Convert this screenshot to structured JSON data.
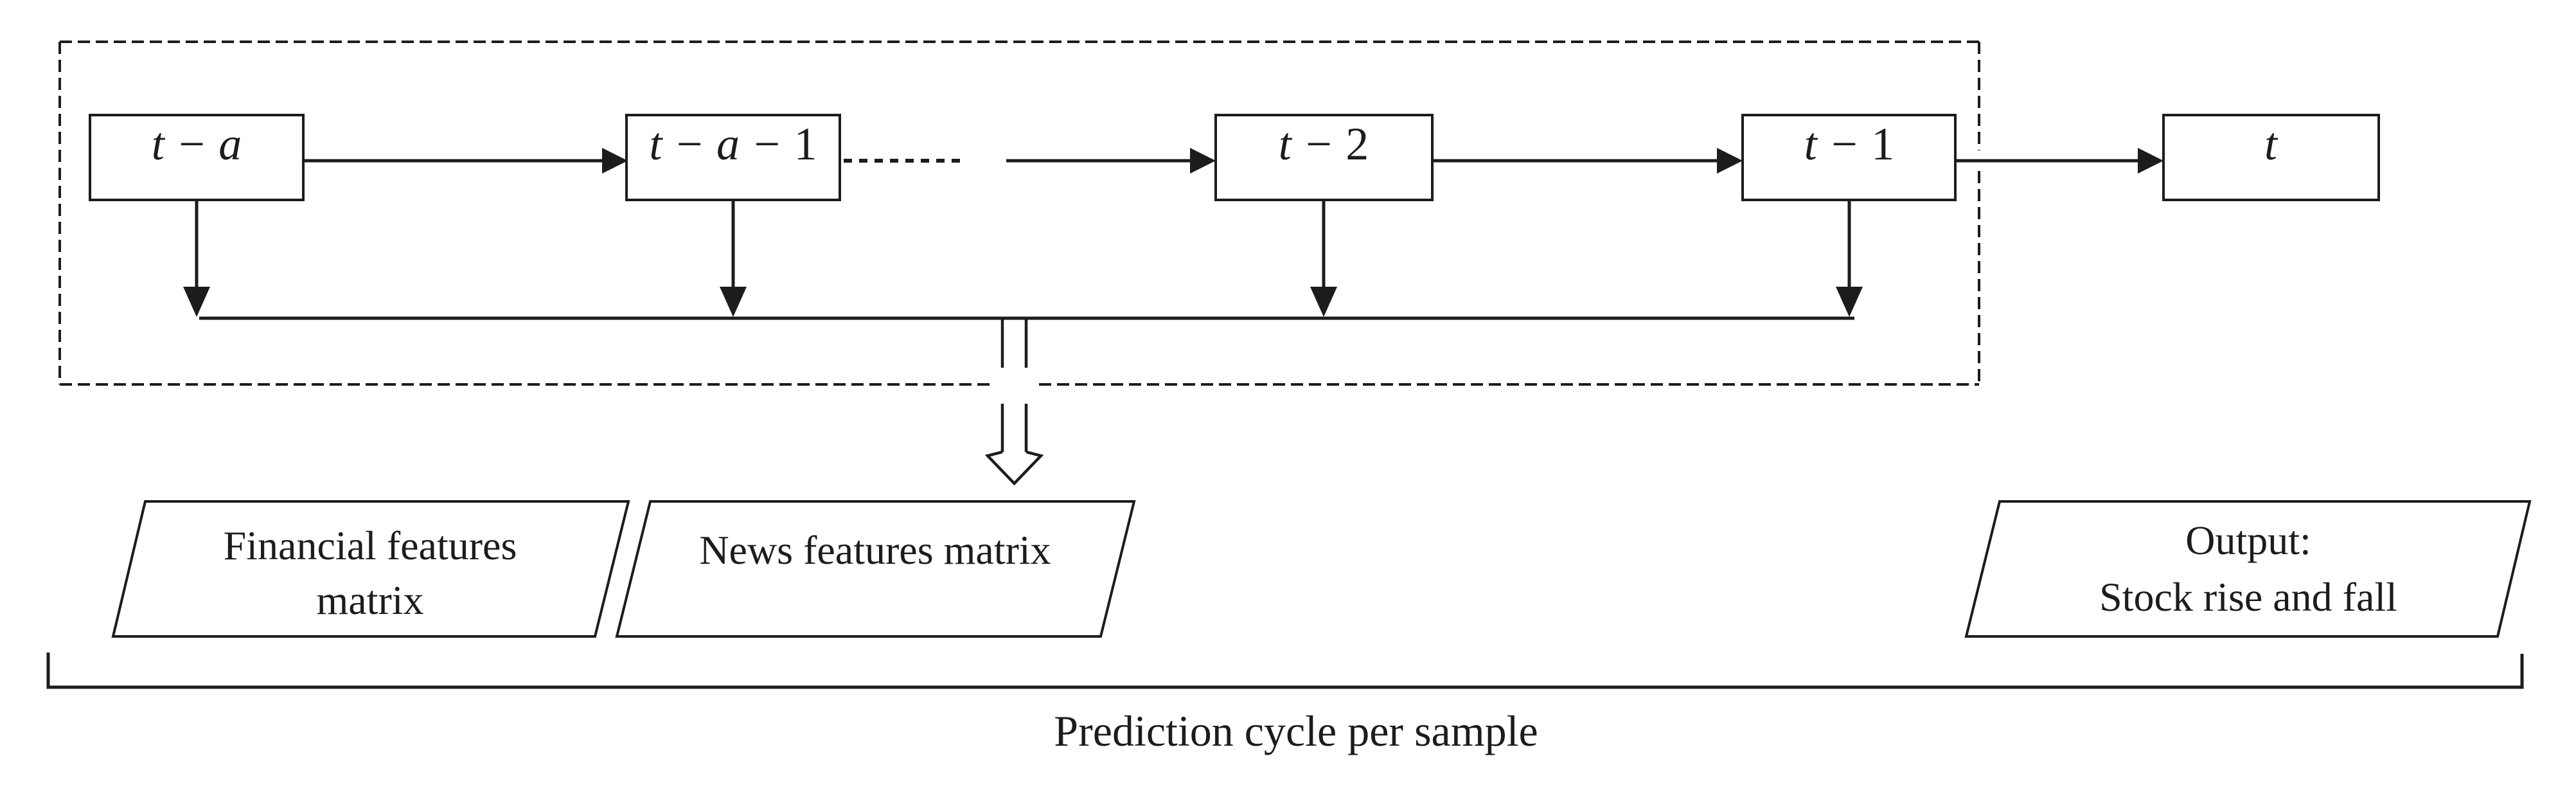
{
  "colors": {
    "ink": "#1c1c1c",
    "background": "#ffffff"
  },
  "timeline": {
    "boxes": [
      {
        "italic": "t − a",
        "upright": ""
      },
      {
        "italic": "t − a −",
        "upright": " 1"
      },
      {
        "italic": "t −",
        "upright": " 2"
      },
      {
        "italic": "t −",
        "upright": " 1"
      },
      {
        "italic": "t",
        "upright": ""
      }
    ]
  },
  "io_shapes": [
    {
      "lines": [
        "Financial features",
        "matrix"
      ]
    },
    {
      "lines": [
        "News features matrix"
      ]
    },
    {
      "lines": [
        "Output:",
        "Stock rise and fall"
      ]
    }
  ],
  "caption": {
    "text": "Prediction cycle per sample"
  }
}
